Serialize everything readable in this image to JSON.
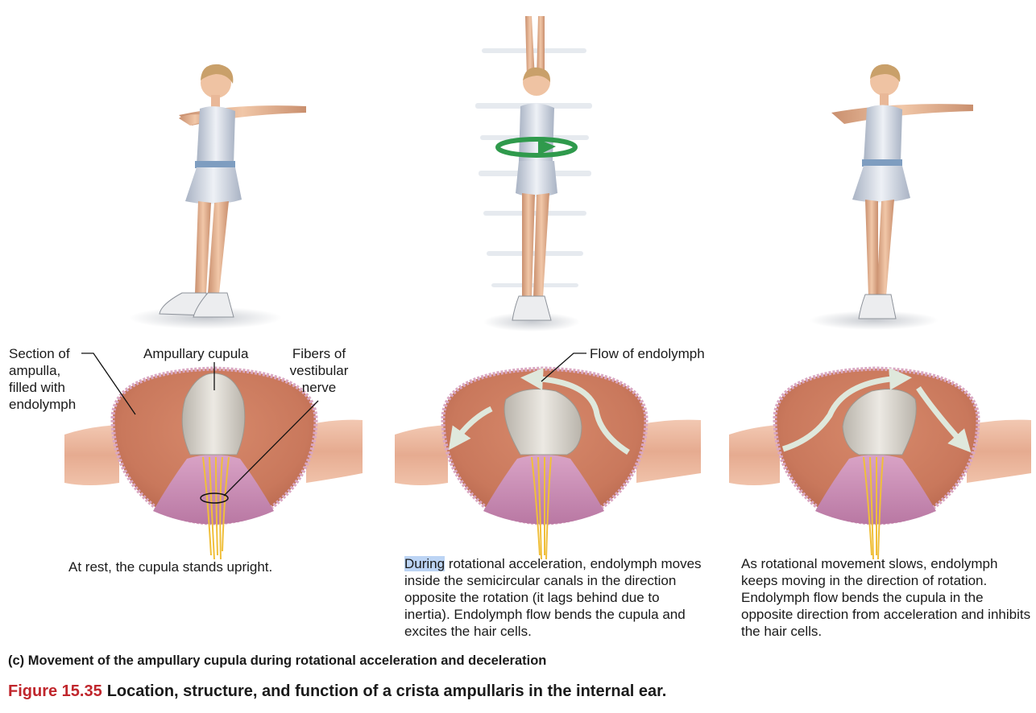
{
  "labels": {
    "section": "Section of\nampulla,\nfilled with\nendolymph",
    "cupula": "Ampullary cupula",
    "fibers": "Fibers of\nvestibular\nnerve",
    "flow": "Flow of endolymph"
  },
  "captions": {
    "rest": "At rest, the cupula stands upright.",
    "accel_highlight": "During",
    "accel_rest": " rotational acceleration, endolymph moves inside the semicircular canals in the direction opposite the rotation (it lags behind due to inertia). Endolymph flow bends the cupula and excites the hair cells.",
    "decel": "As rotational movement slows, endolymph keeps moving in the direction of rotation. Endolymph flow bends the cupula in the opposite direction from acceleration and inhibits the hair cells."
  },
  "panel_title": "(c) Movement of the ampullary cupula during rotational acceleration and deceleration",
  "figure": {
    "number": "Figure 15.35",
    "title": "Location, structure, and function of a crista ampullaris in the internal ear."
  },
  "colors": {
    "ampulla": "#c9785c",
    "canal": "#e9b59d",
    "cupula": "#d8d4cc",
    "crista": "#c88ab0",
    "nerve": "#f0bf3a",
    "arrow": "#dfe8dc",
    "rotation_arrow": "#2f9a4c",
    "figure_number": "#c0262c"
  }
}
